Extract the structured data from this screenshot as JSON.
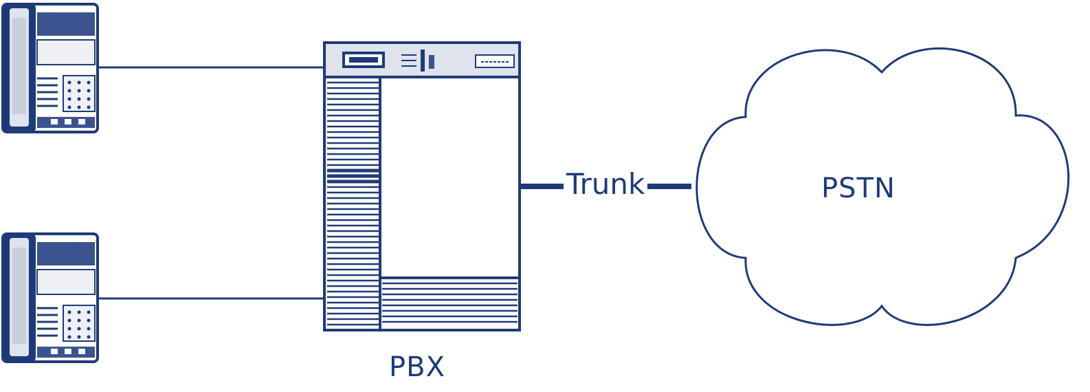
{
  "labels": {
    "trunk": "Trunk",
    "pbx": "PBX",
    "pstn": "PSTN"
  },
  "colors": {
    "line": "#1e3a78",
    "fill": "#ffffff",
    "shade": "#3b5490",
    "light": "#dfe3ee"
  },
  "icons": {
    "telephone": "telephone-icon",
    "pbx": "pbx-server-icon",
    "pstn": "cloud-icon"
  }
}
